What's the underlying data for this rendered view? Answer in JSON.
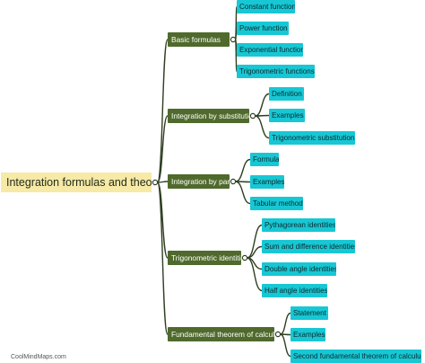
{
  "root": {
    "label": "Integration formulas and theorem"
  },
  "branches": [
    {
      "label": "Basic formulas",
      "children": [
        "Constant function",
        "Power function",
        "Exponential function",
        "Trigonometric functions"
      ]
    },
    {
      "label": "Integration by substitution",
      "children": [
        "Definition",
        "Examples",
        "Trigonometric substitution"
      ]
    },
    {
      "label": "Integration by parts",
      "children": [
        "Formula",
        "Examples",
        "Tabular method"
      ]
    },
    {
      "label": "Trigonometric identities",
      "children": [
        "Pythagorean identities",
        "Sum and difference identities",
        "Double angle identities",
        "Half angle identities"
      ]
    },
    {
      "label": "Fundamental theorem of calculus",
      "children": [
        "Statement",
        "Examples",
        "Second fundamental theorem of calculus"
      ]
    }
  ],
  "footer": {
    "text": "CoolMindMaps.com"
  }
}
